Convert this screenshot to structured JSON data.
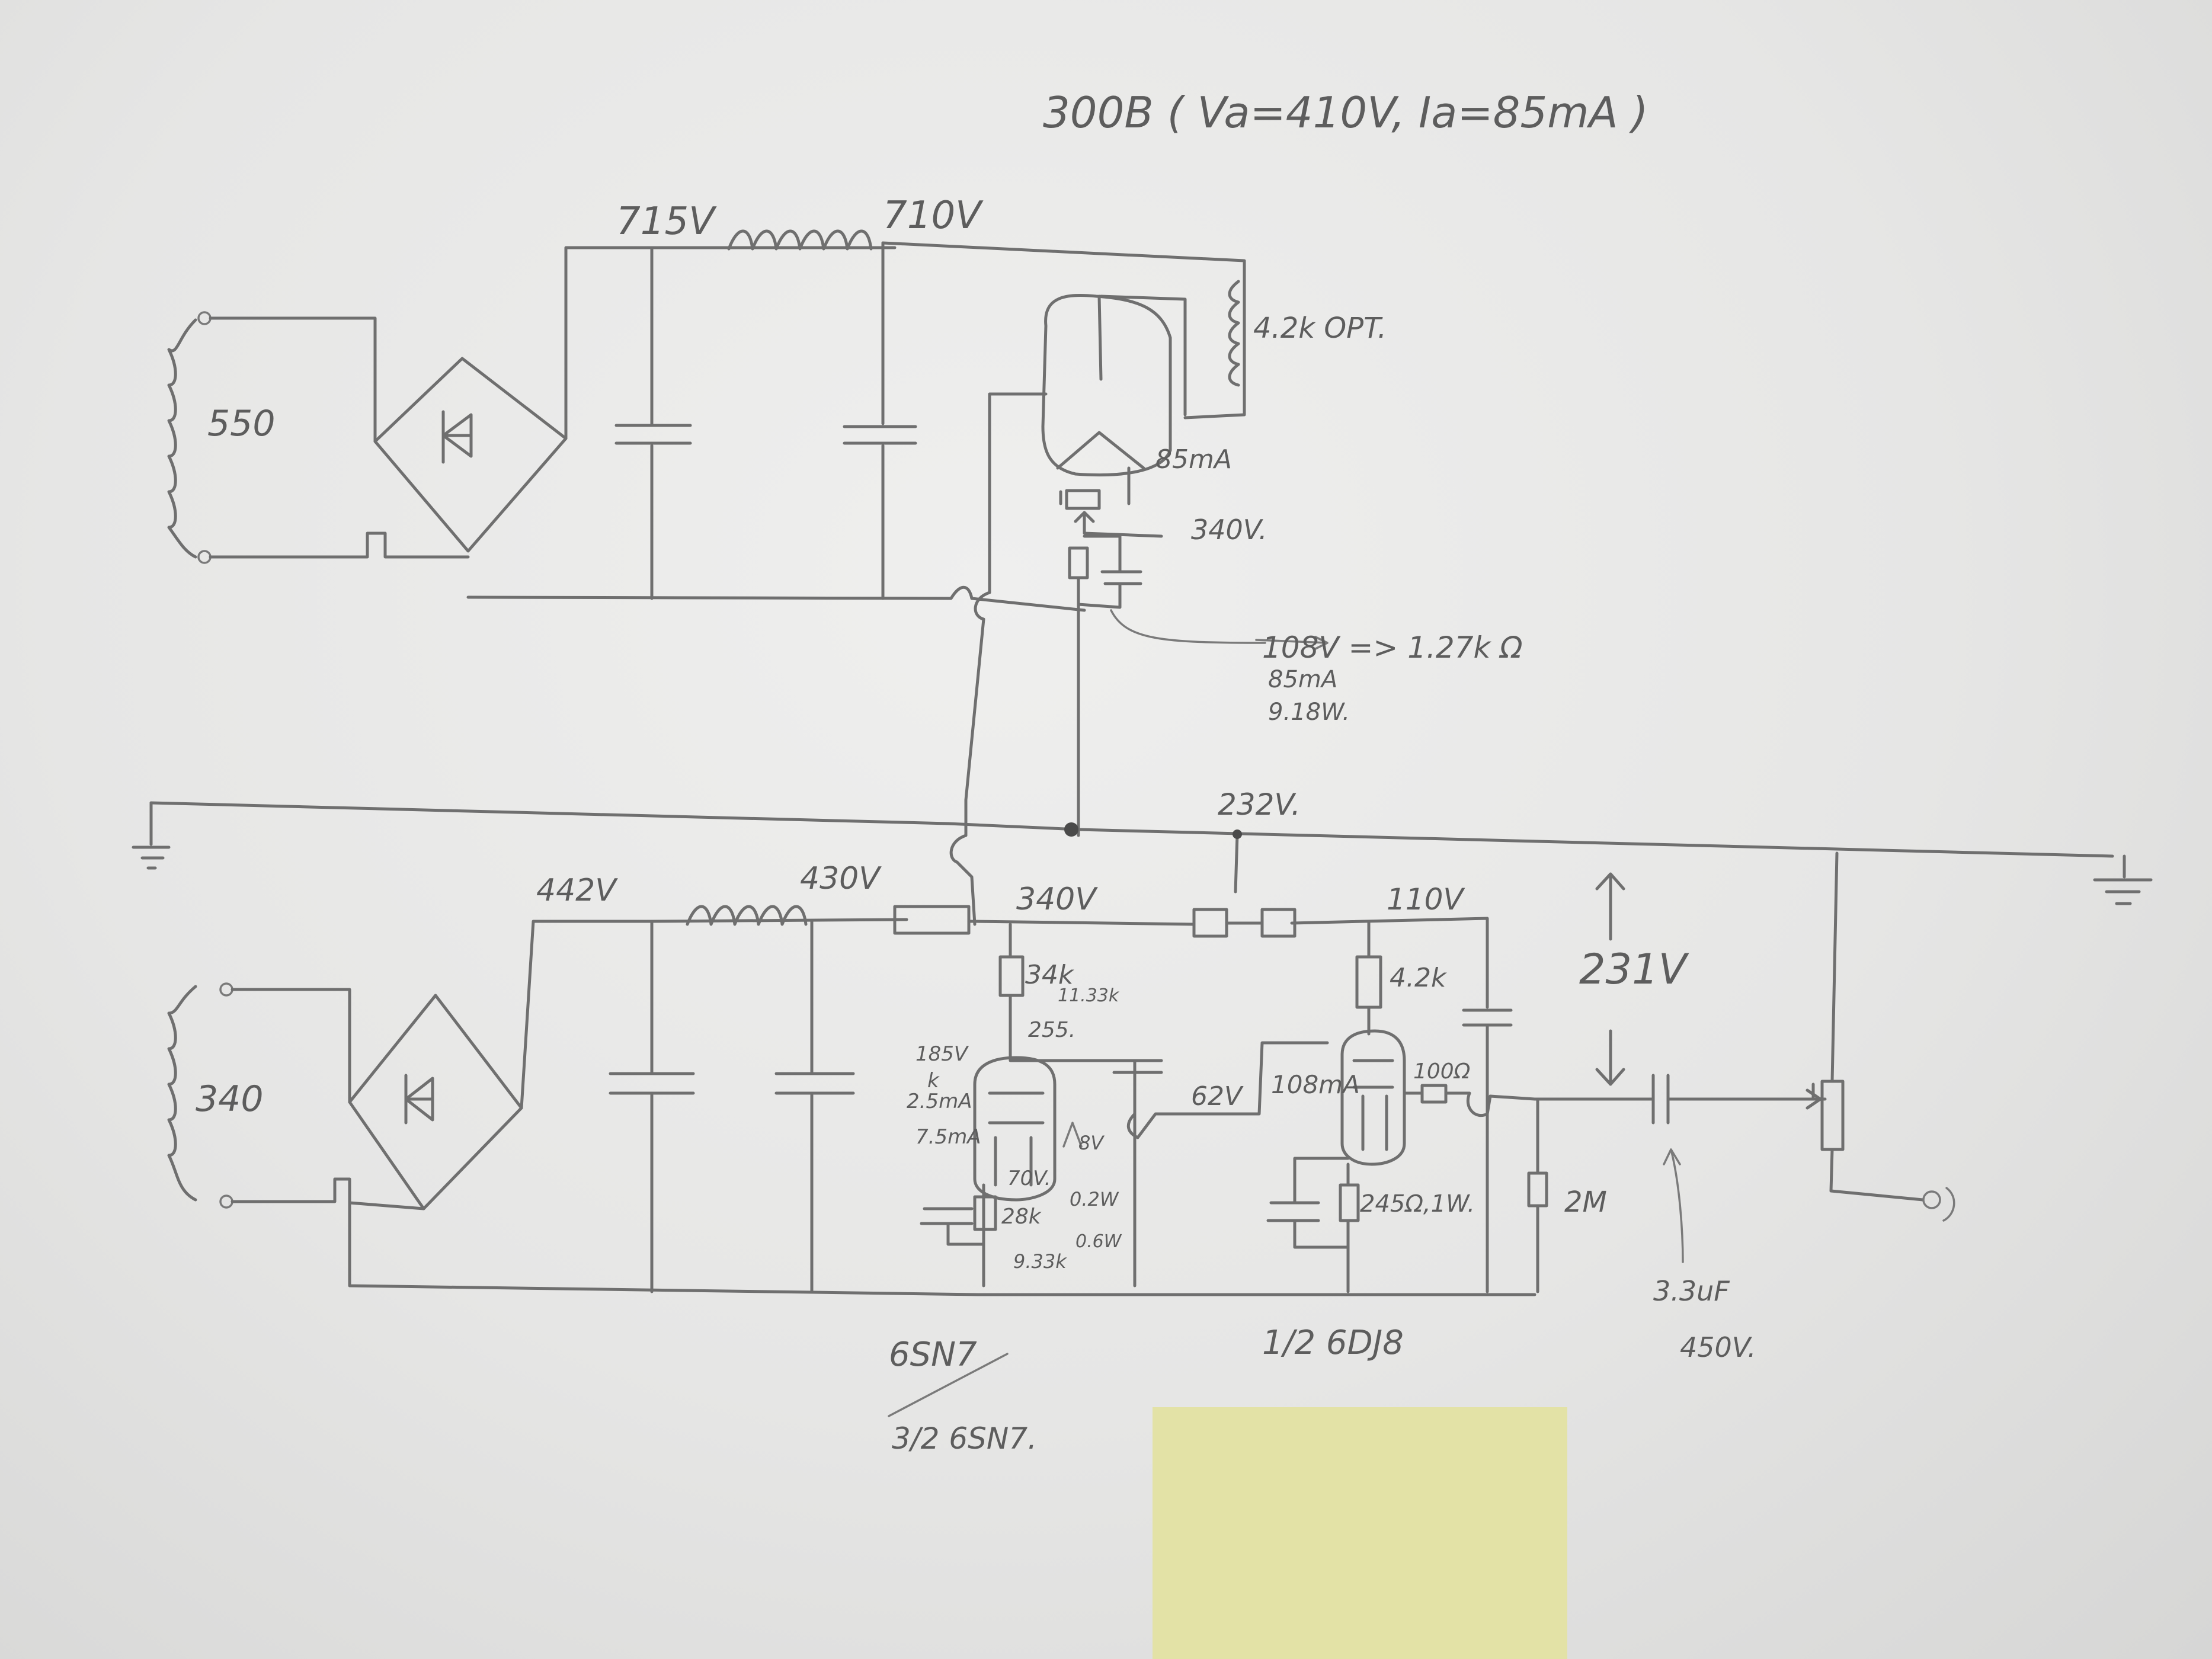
{
  "labels": {
    "title": "300B ( Va=410V, Ia=85mA )",
    "v_715": "715V",
    "v_710": "710V",
    "tr_550": "550",
    "opt": "4.2k OPT.",
    "ia_85": "85mA",
    "v_340_top": "340V.",
    "rk_calc_1": "108V => 1.27k Ω",
    "rk_calc_2": "85mA",
    "rk_calc_3": "9.18W.",
    "v_232": "232V.",
    "v_442": "442V",
    "v_430": "430V",
    "v_340_mid": "340V",
    "v_110": "110V",
    "tr_340": "340",
    "r_34k": "34k",
    "r_1133k": "11.33k",
    "v_255": "255.",
    "r_42k": "4.2k",
    "v_231": "231V",
    "stage1_a": "185V",
    "stage1_b": "k",
    "stage1_c": "2.5mA",
    "stage1_d": "7.5mA",
    "v_8": "8V",
    "v_62": "62V",
    "ia_108": "108mA",
    "r_100": "100Ω",
    "v_70": "70V.",
    "r_28k": "28k",
    "w_02": "0.2W",
    "r_933k": "9.33k",
    "w_06": "0.6W",
    "rk_245": "245Ω,1W.",
    "r_2m": "2M",
    "cap_value": "3.3uF",
    "cap_voltage": "450V.",
    "tube_6sn7": "6SN7",
    "tube_half_6dj8": "1/2 6DJ8",
    "tube_frac_6sn7": "3/2 6SN7."
  }
}
